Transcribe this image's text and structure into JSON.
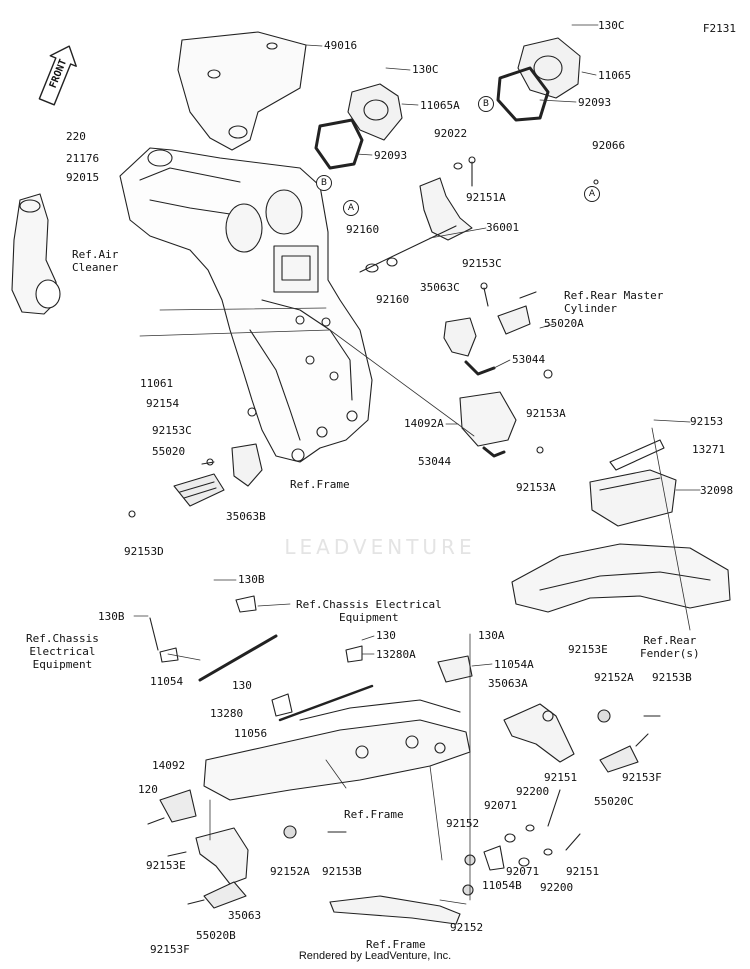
{
  "diagram_code": "F2131",
  "front_label": "FRONT",
  "watermark": "LEADVENTURE",
  "footer": "Rendered by LeadVenture, Inc.",
  "part_labels": {
    "p130C_top": "130C",
    "p11065": "11065",
    "p92093_top": "92093",
    "p92066": "92066",
    "p49016": "49016",
    "p130C_mid": "130C",
    "p11065A": "11065A",
    "p92093_mid": "92093",
    "p92022": "92022",
    "p92151A": "92151A",
    "p220": "220",
    "p21176": "21176",
    "p92015": "92015",
    "p92160_a": "92160",
    "p36001": "36001",
    "p92160_b": "92160",
    "p92153C_r": "92153C",
    "p35063C": "35063C",
    "p55020A": "55020A",
    "p53044_a": "53044",
    "p11061": "11061",
    "p92154": "92154",
    "p92153A_a": "92153A",
    "p14092A": "14092A",
    "p92153_r": "92153",
    "p13271": "13271",
    "p53044_b": "53044",
    "p92153A_b": "92153A",
    "p92153C_l": "92153C",
    "p55020": "55020",
    "p32098": "32098",
    "p35063B": "35063B",
    "p92153D": "92153D",
    "p130B_a": "130B",
    "p130B_b": "130B",
    "p130_a": "130",
    "p13280A": "13280A",
    "p130A": "130A",
    "p11054A": "11054A",
    "p92153E_r": "92153E",
    "p11054": "11054",
    "p130_b": "130",
    "p35063A": "35063A",
    "p92152A_r": "92152A",
    "p92153B_r": "92153B",
    "p13280": "13280",
    "p11056": "11056",
    "p14092": "14092",
    "p92151_a": "92151",
    "p92153F_r": "92153F",
    "p120": "120",
    "p55020C": "55020C",
    "p92200_a": "92200",
    "p92071_a": "92071",
    "p92152_a": "92152",
    "p92151_b": "92151",
    "p92153E_l": "92153E",
    "p92152A_l": "92152A",
    "p92153B_l": "92153B",
    "p92071_b": "92071",
    "p92200_b": "92200",
    "p11054B": "11054B",
    "p35063": "35063",
    "p55020B": "55020B",
    "p92153F_l": "92153F",
    "p92152_b": "92152"
  },
  "ref_labels": {
    "air_cleaner": "Ref.Air\nCleaner",
    "rear_master": "Ref.Rear Master\nCylinder",
    "frame_top": "Ref.Frame",
    "chassis_elec_r": "Ref.Chassis Electrical\nEquipment",
    "chassis_elec_l": "Ref.Chassis\nElectrical\nEquipment",
    "rear_fender": "Ref.Rear\nFender(s)",
    "frame_mid": "Ref.Frame",
    "frame_bot": "Ref.Frame"
  },
  "callouts": {
    "A_mid": "A",
    "A_right": "A",
    "B_top": "B",
    "B_mid": "B"
  }
}
